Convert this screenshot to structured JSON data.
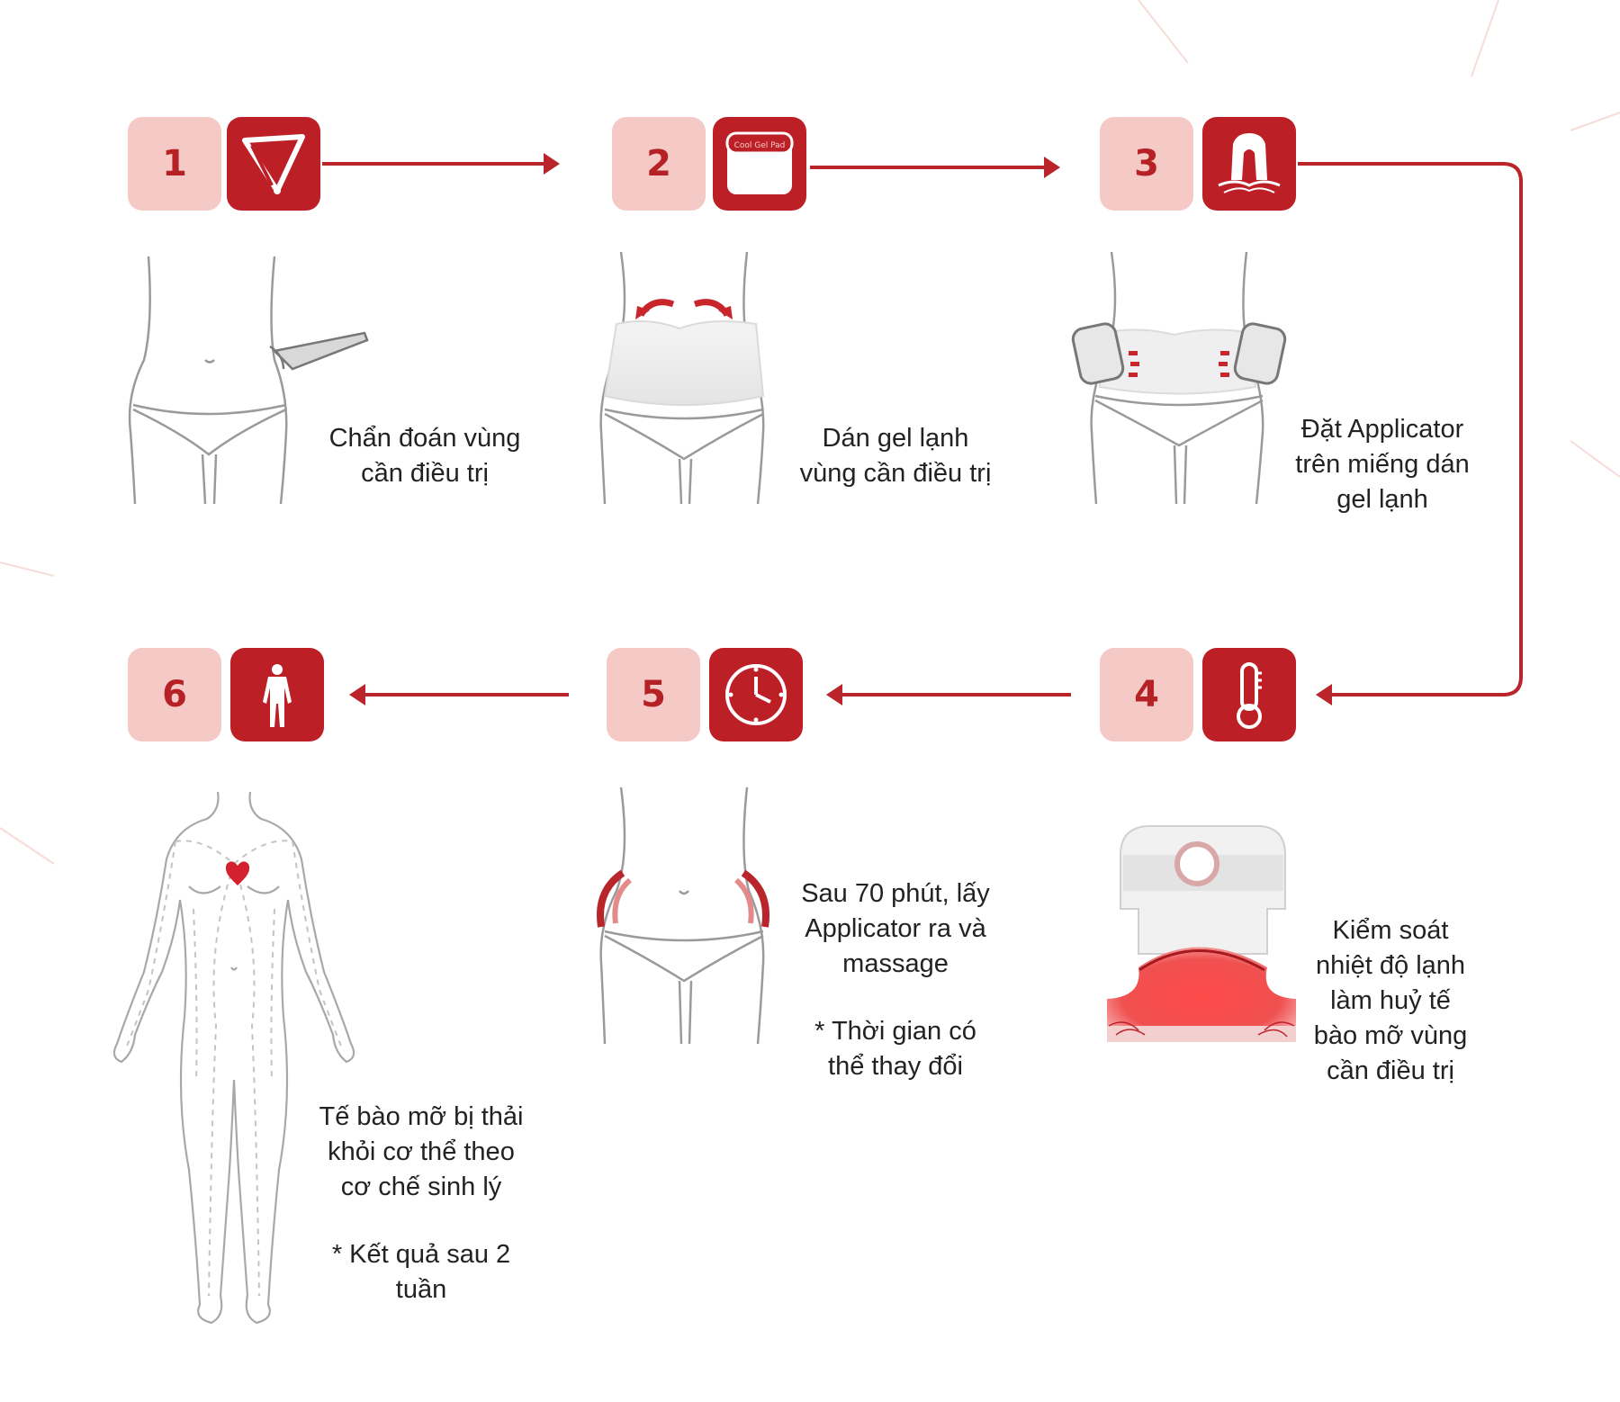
{
  "colors": {
    "accent": "#bd1f26",
    "number_bg": "#f4c9c6",
    "number_text": "#b52124",
    "line": "#b9252b"
  },
  "steps": [
    {
      "number": "1",
      "icon": "caliper-icon",
      "caption": [
        "Chẩn đoán vùng",
        "cần điều trị"
      ]
    },
    {
      "number": "2",
      "icon": "gel-pad-icon",
      "icon_text": "Cool Gel Pad",
      "caption": [
        "Dán gel lạnh",
        "vùng cần điều trị"
      ]
    },
    {
      "number": "3",
      "icon": "applicator-icon",
      "caption": [
        "Đặt Applicator",
        "trên miếng dán",
        "gel lạnh"
      ]
    },
    {
      "number": "4",
      "icon": "thermometer-icon",
      "caption": [
        "Kiểm soát",
        "nhiệt độ lạnh",
        "làm huỷ tế",
        "bào mỡ vùng",
        "cần điều trị"
      ]
    },
    {
      "number": "5",
      "icon": "clock-icon",
      "caption": [
        "Sau 70 phút, lấy",
        "Applicator ra và",
        "massage"
      ],
      "note": [
        "* Thời gian có",
        "thể thay đổi"
      ]
    },
    {
      "number": "6",
      "icon": "body-icon",
      "caption": [
        "Tế bào mỡ bị thải",
        "khỏi cơ thể theo",
        "cơ chế sinh lý"
      ],
      "note": [
        "* Kết quả sau 2",
        "tuần"
      ]
    }
  ]
}
